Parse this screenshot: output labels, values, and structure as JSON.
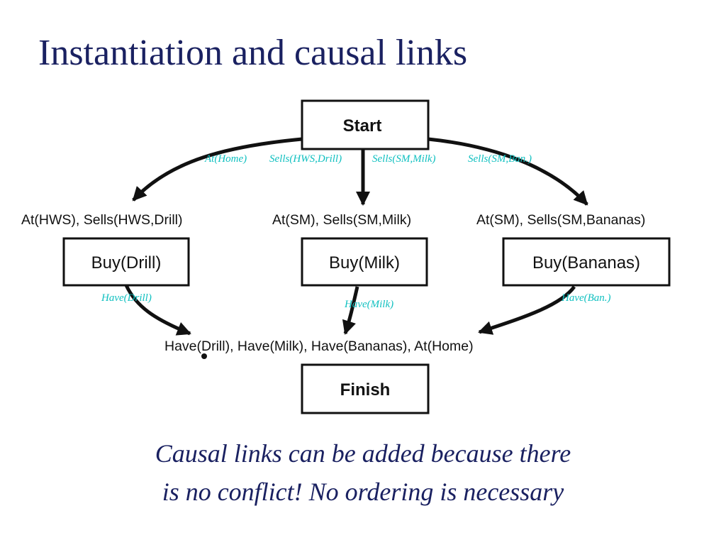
{
  "slide": {
    "title": "Instantiation and causal links"
  },
  "diagram": {
    "start_label": "Start",
    "finish_label": "Finish",
    "start_effect_labels": [
      "At(Home)",
      "Sells(HWS,Drill)",
      "Sells(SM,Milk)",
      "Sells(SM,Ban.)"
    ],
    "actions": [
      {
        "label": "Buy(Drill)",
        "preconditions": "At(HWS), Sells(HWS,Drill)",
        "causal_link": "Have(Drill)"
      },
      {
        "label": "Buy(Milk)",
        "preconditions": "At(SM), Sells(SM,Milk)",
        "causal_link": "Have(Milk)"
      },
      {
        "label": "Buy(Bananas)",
        "preconditions": "At(SM), Sells(SM,Bananas)",
        "causal_link": "Have(Ban.)"
      }
    ],
    "finish_preconditions": "Have(Drill), Have(Milk), Have(Bananas), At(Home)"
  },
  "caption": {
    "line1": "Causal links can be added because there",
    "line2": "is no conflict! No ordering is necessary"
  }
}
